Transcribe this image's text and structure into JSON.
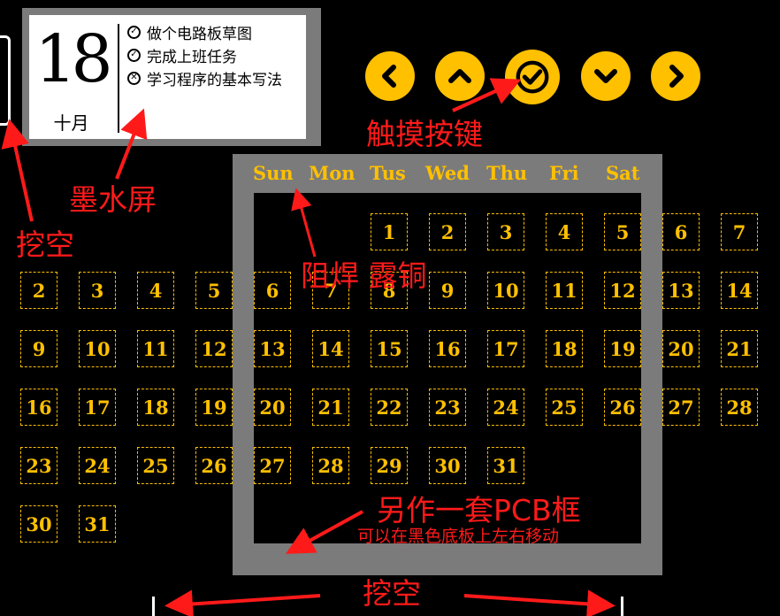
{
  "eink": {
    "day": "18",
    "month": "十月",
    "todos": [
      {
        "icon": "check-circle-icon",
        "glyph": "✓",
        "text": "做个电路板草图"
      },
      {
        "icon": "check-circle-icon",
        "glyph": "✓",
        "text": "完成上班任务"
      },
      {
        "icon": "x-circle-icon",
        "glyph": "✕",
        "text": "学习程序的基本写法"
      }
    ]
  },
  "nav_buttons": [
    {
      "name": "left-button",
      "icon": "chevron-left-icon"
    },
    {
      "name": "up-button",
      "icon": "chevron-up-icon"
    },
    {
      "name": "confirm-button",
      "icon": "check-circle-icon"
    },
    {
      "name": "down-button",
      "icon": "chevron-down-icon"
    },
    {
      "name": "right-button",
      "icon": "chevron-right-icon"
    }
  ],
  "weekdays": [
    "Sun",
    "Mon",
    "Tus",
    "Wed",
    "Thu",
    "Fri",
    "Sat"
  ],
  "calendar_rows": [
    [
      "",
      "",
      "",
      "",
      "",
      "",
      "1",
      "2",
      "3",
      "4",
      "5",
      "6",
      "7"
    ],
    [
      "2",
      "3",
      "4",
      "5",
      "6",
      "7",
      "8",
      "9",
      "10",
      "11",
      "12",
      "13",
      "14"
    ],
    [
      "9",
      "10",
      "11",
      "12",
      "13",
      "14",
      "15",
      "16",
      "17",
      "18",
      "19",
      "20",
      "21"
    ],
    [
      "16",
      "17",
      "18",
      "19",
      "20",
      "21",
      "22",
      "23",
      "24",
      "25",
      "26",
      "27",
      "28"
    ],
    [
      "23",
      "24",
      "25",
      "26",
      "27",
      "28",
      "29",
      "30",
      "31",
      "",
      "",
      "",
      ""
    ],
    [
      "30",
      "31",
      "",
      "",
      "",
      "",
      "",
      "",
      "",
      "",
      "",
      "",
      ""
    ]
  ],
  "annotations": {
    "touch_keys": "触摸按键",
    "eink_screen": "墨水屏",
    "cutout_left": "挖空",
    "solder_mask": "阻焊 露铜",
    "pcb_frame": "另作一套PCB框",
    "pcb_frame_note": "可以在黑色底板上左右移动",
    "cutout_bottom": "挖空"
  },
  "colors": {
    "background": "#000000",
    "accent": "#ffc000",
    "frame": "#7b7b7b",
    "annotation": "#ff1a1a"
  }
}
